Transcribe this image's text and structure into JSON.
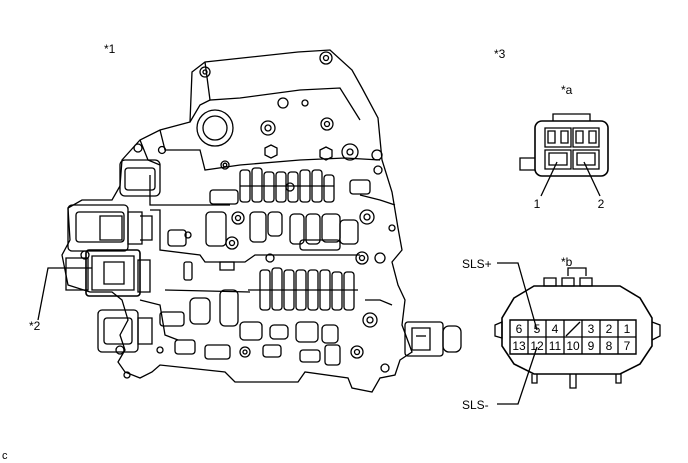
{
  "callouts": {
    "valve_body": "*1",
    "solenoid": "*2",
    "connector_view": "*3",
    "small_connector": "*a",
    "large_connector": "*b"
  },
  "small_connector": {
    "pins": [
      "1",
      "2"
    ]
  },
  "large_connector": {
    "top_row": [
      "6",
      "5",
      "4",
      "",
      "3",
      "2",
      "1"
    ],
    "bottom_row": [
      "13",
      "12",
      "11",
      "10",
      "9",
      "8",
      "7"
    ]
  },
  "signals": {
    "sls_plus": "SLS+",
    "sls_minus": "SLS-"
  },
  "corner_code": "c"
}
